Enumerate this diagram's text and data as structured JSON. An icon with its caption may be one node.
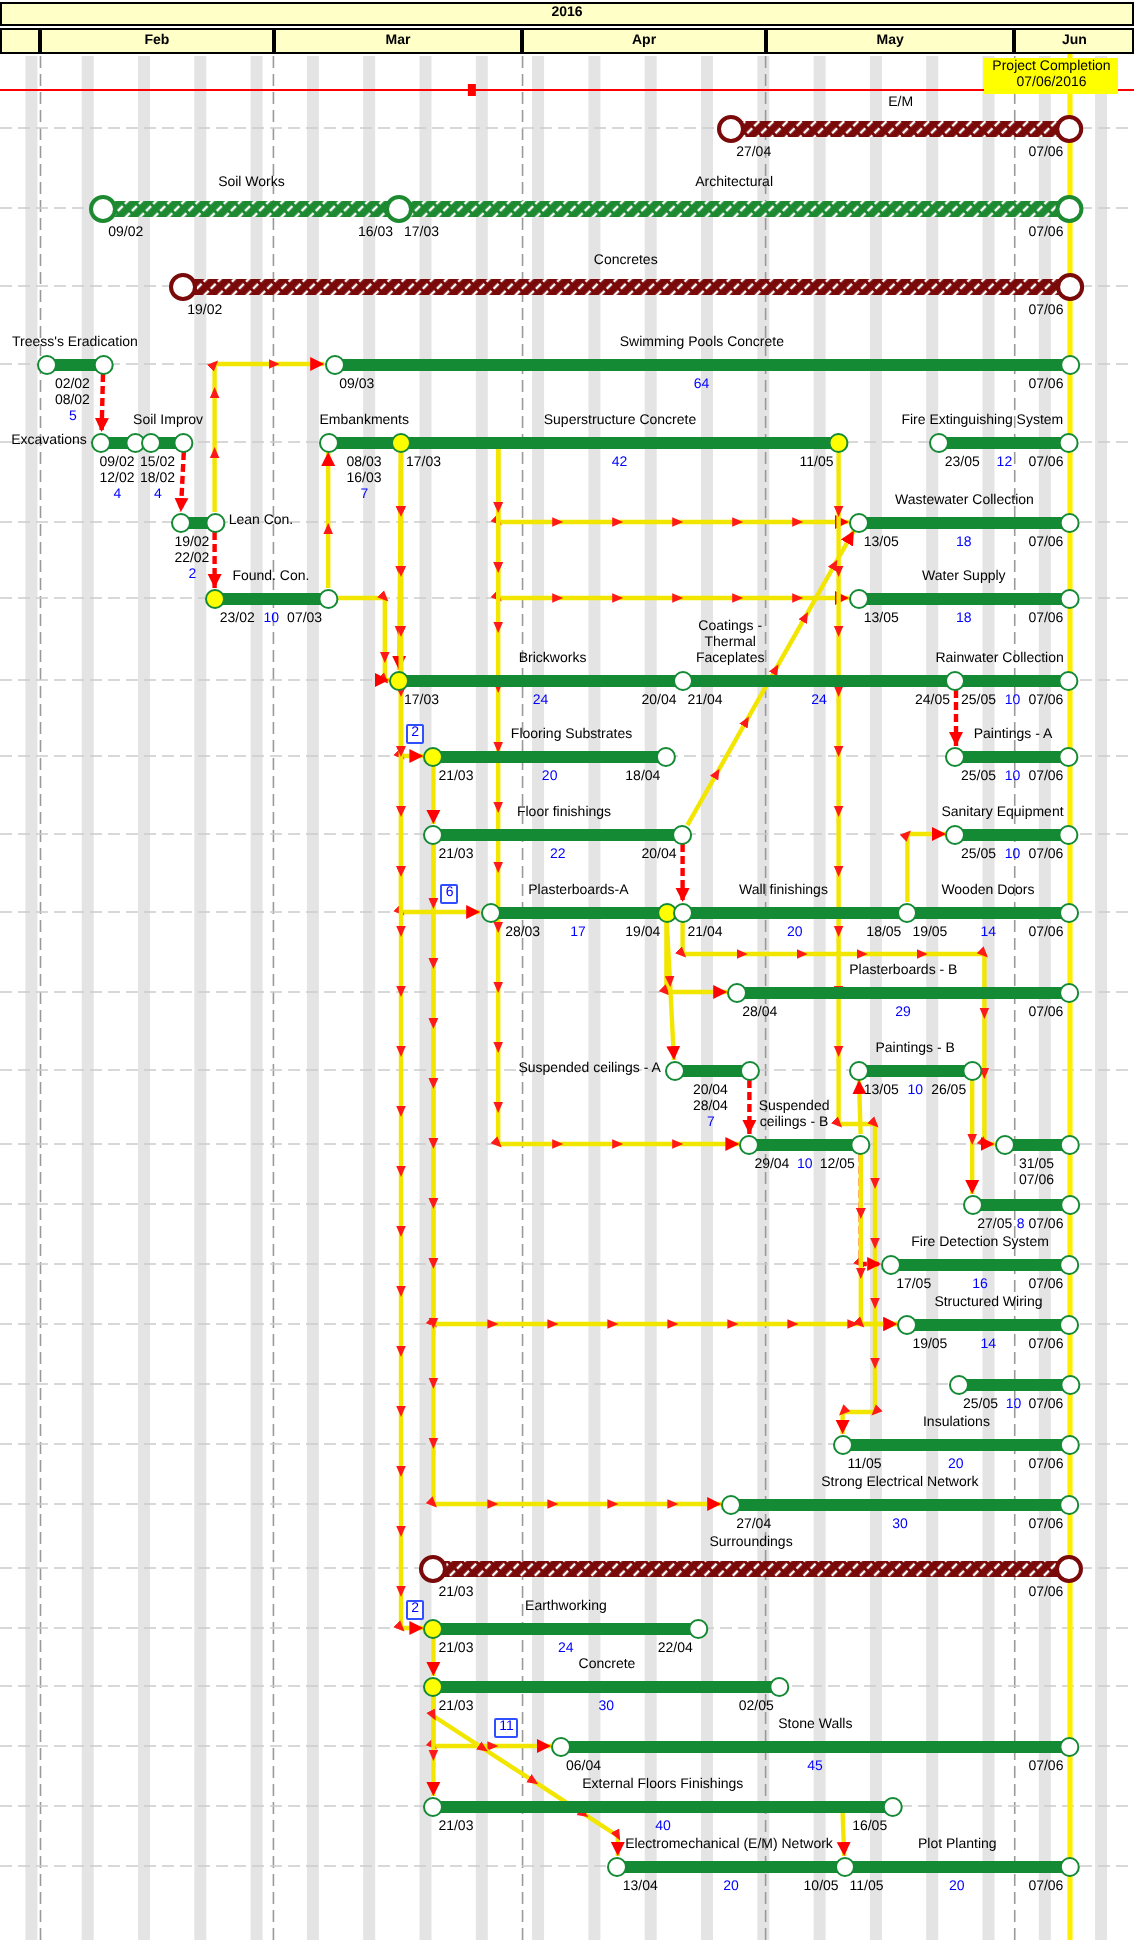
{
  "diagram": {
    "nodes": [
      {
        "text": [
          "E/M"
        ],
        "beside": [
          "27/04",
          "07/06"
        ]
      },
      {
        "text": [
          "Project Completion",
          "07/06/2016"
        ]
      },
      {
        "text": [
          "Soil Works"
        ],
        "beside": [
          "09/02",
          "16/03"
        ]
      },
      {
        "text": [
          "Architectural"
        ],
        "beside": [
          "17/03",
          "07/06"
        ]
      },
      {
        "text": [
          "Concretes"
        ],
        "beside": [
          "19/02",
          "07/06"
        ]
      },
      {
        "text": [
          "Treess's Eradication"
        ],
        "beside": [
          "02/02",
          "08/02",
          "5"
        ]
      },
      {
        "text": [
          "Swimming Pools Concrete"
        ],
        "beside": [
          "09/03",
          "07/06",
          "64"
        ]
      },
      {
        "text": [
          "Excavations"
        ],
        "beside": [
          "09/02",
          "12/02",
          "4"
        ]
      },
      {
        "text": [
          "Soil Improv"
        ],
        "beside": [
          "15/02",
          "18/02",
          "4"
        ]
      },
      {
        "text": [
          "Embankments"
        ],
        "beside": [
          "08/03",
          "16/03",
          "7"
        ]
      },
      {
        "text": [
          "Superstructure Concrete"
        ],
        "beside": [
          "17/03",
          "11/05",
          "42"
        ]
      },
      {
        "text": [
          "Fire Extinguishing System"
        ],
        "beside": [
          "23/05",
          "07/06",
          "12"
        ]
      },
      {
        "text": [
          "Lean Con."
        ],
        "beside": [
          "19/02",
          "22/02",
          "2"
        ]
      },
      {
        "text": [
          "Wastewater Collection"
        ],
        "beside": [
          "13/05",
          "07/06",
          "18"
        ]
      },
      {
        "text": [
          "Found. Con."
        ],
        "beside": [
          "23/02",
          "07/03",
          "10"
        ]
      },
      {
        "text": [
          "Water Supply"
        ],
        "beside": [
          "13/05",
          "07/06",
          "18"
        ]
      },
      {
        "text": [
          "Brickworks"
        ],
        "beside": [
          "17/03",
          "20/04",
          "24"
        ]
      },
      {
        "text": [
          "Coatings - Thermal Faceplates"
        ],
        "beside": [
          "21/04",
          "24/05",
          "24"
        ]
      },
      {
        "text": [
          "Rainwater Collection"
        ],
        "beside": [
          "25/05",
          "07/06",
          "10"
        ]
      },
      {
        "text": [
          "Flooring Substrates"
        ],
        "beside": [
          "21/03",
          "18/04",
          "20"
        ]
      },
      {
        "text": [
          "Paintings - A"
        ],
        "beside": [
          "25/05",
          "07/06",
          "10"
        ]
      },
      {
        "text": [
          "Floor finishings"
        ],
        "beside": [
          "21/03",
          "20/04",
          "22"
        ]
      },
      {
        "text": [
          "Sanitary Equipment"
        ],
        "beside": [
          "25/05",
          "07/06",
          "10"
        ]
      },
      {
        "text": [
          "Plasterboards-A"
        ],
        "beside": [
          "28/03",
          "19/04",
          "17"
        ]
      },
      {
        "text": [
          "Wall finishings"
        ],
        "beside": [
          "21/04",
          "18/05",
          "20"
        ]
      },
      {
        "text": [
          "Wooden Doors"
        ],
        "beside": [
          "19/05",
          "07/06",
          "14"
        ]
      },
      {
        "text": [
          "Plasterboards - B"
        ],
        "beside": [
          "28/04",
          "07/06",
          "29"
        ]
      },
      {
        "text": [
          "Suspended ceilings - A"
        ],
        "beside": [
          "20/04",
          "28/04",
          "7"
        ]
      },
      {
        "text": [
          "Paintings - B"
        ],
        "beside": [
          "13/05",
          "26/05",
          "10"
        ]
      },
      {
        "text": [
          "Suspended ceilings - B"
        ],
        "beside": [
          "29/04",
          "12/05",
          "10"
        ]
      },
      {
        "text": [
          "Fire Detection System"
        ],
        "beside": [
          "17/05",
          "07/06",
          "16"
        ]
      },
      {
        "text": [],
        "shape": "bar",
        "beside": [
          "27/05",
          "07/06",
          "8"
        ]
      },
      {
        "text": [],
        "shape": "bar",
        "beside": [
          "31/05",
          "07/06"
        ]
      },
      {
        "text": [
          "Structured Wiring"
        ],
        "beside": [
          "19/05",
          "07/06",
          "14"
        ]
      },
      {
        "text": [],
        "shape": "bar",
        "beside": [
          "25/05",
          "07/06",
          "10"
        ]
      },
      {
        "text": [
          "Insulations"
        ],
        "beside": [
          "11/05",
          "07/06",
          "20"
        ]
      },
      {
        "text": [
          "Strong Electrical Network"
        ],
        "beside": [
          "27/04",
          "07/06",
          "30"
        ]
      },
      {
        "text": [
          "Surroundings"
        ],
        "beside": [
          "21/03",
          "07/06"
        ]
      },
      {
        "text": [
          "Earthworking"
        ],
        "beside": [
          "21/03",
          "22/04",
          "24"
        ]
      },
      {
        "text": [
          "Concrete"
        ],
        "beside": [
          "21/03",
          "02/05",
          "30"
        ]
      },
      {
        "text": [
          "Stone Walls"
        ],
        "beside": [
          "06/04",
          "07/06",
          "45"
        ]
      },
      {
        "text": [
          "External Floors Finishings"
        ],
        "beside": [
          "21/03",
          "16/05",
          "40"
        ]
      },
      {
        "text": [
          "Electromechanical (E/M) Network"
        ],
        "beside": [
          "13/04",
          "10/05",
          "20"
        ]
      },
      {
        "text": [
          "Plot Planting"
        ],
        "beside": [
          "11/05",
          "07/06",
          "20"
        ]
      }
    ],
    "edges": [
      {
        "from": 5,
        "to": 7,
        "arrow": "to",
        "style": "dashed",
        "color": "#ff0000"
      },
      {
        "from": 8,
        "to": 12,
        "arrow": "to",
        "style": "dashed",
        "color": "#ff0000"
      },
      {
        "from": 12,
        "to": 14,
        "arrow": "to",
        "style": "dashed",
        "color": "#ff0000"
      },
      {
        "from": 12,
        "to": 6,
        "arrow": "to"
      },
      {
        "from": 14,
        "to": 9,
        "arrow": "to"
      },
      {
        "from": 14,
        "to": 16,
        "arrow": "to"
      },
      {
        "from": 9,
        "to": 16,
        "arrow": "to"
      },
      {
        "from": 9,
        "to": 19,
        "arrow": "to",
        "label": "2"
      },
      {
        "from": 9,
        "to": 23,
        "arrow": "to",
        "label": "6"
      },
      {
        "from": 9,
        "to": 38,
        "arrow": "to",
        "label": "2"
      },
      {
        "from": 10,
        "to": 13,
        "arrow": "to"
      },
      {
        "from": 10,
        "to": 15,
        "arrow": "to"
      },
      {
        "from": 10,
        "to": 29,
        "arrow": "to"
      },
      {
        "from": 10,
        "to": 35,
        "arrow": "to"
      },
      {
        "from": 21,
        "to": 13,
        "arrow": "to"
      },
      {
        "from": 17,
        "to": 20,
        "arrow": "to",
        "style": "dashed",
        "color": "#ff0000"
      },
      {
        "from": 19,
        "to": 21,
        "arrow": "to"
      },
      {
        "from": 21,
        "to": 33,
        "arrow": "to"
      },
      {
        "from": 21,
        "to": 36,
        "arrow": "to"
      },
      {
        "from": 21,
        "to": 24,
        "arrow": "to",
        "style": "dashed",
        "color": "#ff0000"
      },
      {
        "from": 24,
        "to": 22,
        "arrow": "to"
      },
      {
        "from": 23,
        "to": 26,
        "arrow": "to"
      },
      {
        "from": 23,
        "to": 27,
        "arrow": "to"
      },
      {
        "from": 24,
        "to": 32,
        "arrow": "to"
      },
      {
        "from": 27,
        "to": 29,
        "arrow": "to",
        "style": "dashed",
        "color": "#ff0000"
      },
      {
        "from": 29,
        "to": 28,
        "arrow": "to"
      },
      {
        "from": 29,
        "to": 30,
        "arrow": "to",
        "style": "dashed",
        "color": "#ff0000"
      },
      {
        "from": 28,
        "to": 31,
        "arrow": "to"
      },
      {
        "from": 29,
        "to": 33,
        "arrow": "to"
      },
      {
        "from": 38,
        "to": 39,
        "arrow": "to"
      },
      {
        "from": 39,
        "to": 40,
        "arrow": "to",
        "label": "11"
      },
      {
        "from": 39,
        "to": 41,
        "arrow": "to"
      },
      {
        "from": 39,
        "to": 42,
        "arrow": "to"
      },
      {
        "from": 41,
        "to": 43,
        "arrow": "to"
      }
    ],
    "labels": [
      "2016",
      "Feb",
      "Mar",
      "Apr",
      "May",
      "Jun"
    ]
  }
}
